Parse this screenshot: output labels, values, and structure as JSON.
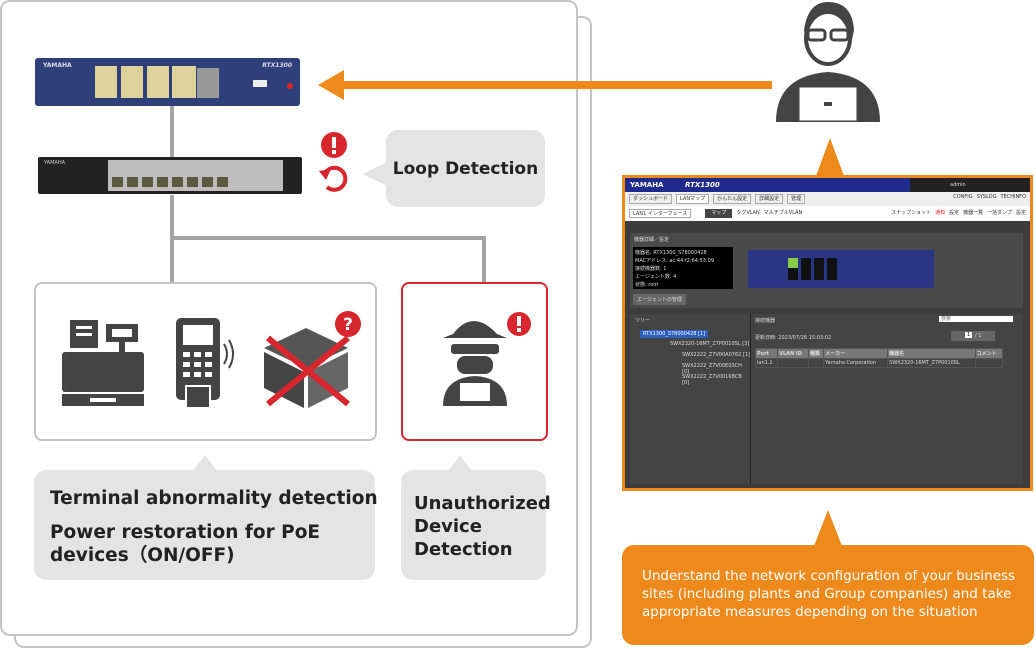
{
  "device_labels": {
    "router_brand": "YAMAHA",
    "router_model": "RTX1300",
    "switch_brand": "YAMAHA"
  },
  "loop_detection": "Loop Detection",
  "terminal_label": [
    "Terminal abnormality detection",
    "Power restoration for PoE",
    "devices（ON/OFF)"
  ],
  "unauthorized_label": [
    "Unauthorized",
    "Device",
    "Detection"
  ],
  "caption": "Understand the network configuration of your business sites (including plants and Group companies) and take appropriate measures depending on the situation",
  "colors": {
    "orange": "#ee8a1c",
    "alert_red": "#d7262e",
    "bubble_gray": "#e4e4e4",
    "router_blue": "#2f3f7a"
  },
  "screen": {
    "brand": "YAMAHA",
    "model": "RTX1300",
    "user": "admin",
    "tabs": [
      "ダッシュボード",
      "LANマップ",
      "かんたん設定",
      "詳細設定",
      "管理"
    ],
    "links": [
      "CONFIG",
      "SYSLOG",
      "TECHINFO"
    ],
    "interface_select": "LAN1 インターフェース",
    "view_tabs": [
      "マップ",
      "タグVLAN",
      "マルチプルVLAN"
    ],
    "toolbar": [
      "スナップショット",
      "通知",
      "設定",
      "機器一覧",
      "一括ダンプ",
      "設定"
    ],
    "section_title": "機器詳細／設定",
    "details": [
      "機器名: RTX1300_S78000428",
      "MACアドレス: ac:44:f2:64:53:09",
      "接続機器数: 1",
      "エージェント数: 4",
      "状態: root"
    ],
    "agent_button": "エージェントの管理",
    "tree_title": "ツリー",
    "tree": [
      "RTX1300_S78000428 [1]",
      "SWX2320-16MT_Z7P0010SL [3]",
      "SWX2222_Z7V00A0762 [1]",
      "SWX2222_Z7V00E03CH [0]",
      "SWX2222_Z7V0016BCB [0]"
    ],
    "info_title": "接続機器",
    "search_placeholder": "検索",
    "updated": "更新日時: 2023/07/26 15:03:02",
    "page": "1",
    "page_total": "/ 1",
    "columns": [
      "Port",
      "VLAN ID",
      "種類",
      "メーカー",
      "機器名",
      "コメント"
    ],
    "row": [
      "lan1.1",
      "",
      "",
      "Yamaha Corporation",
      "SWX2320-16MT_Z7P0010SL",
      ""
    ]
  }
}
